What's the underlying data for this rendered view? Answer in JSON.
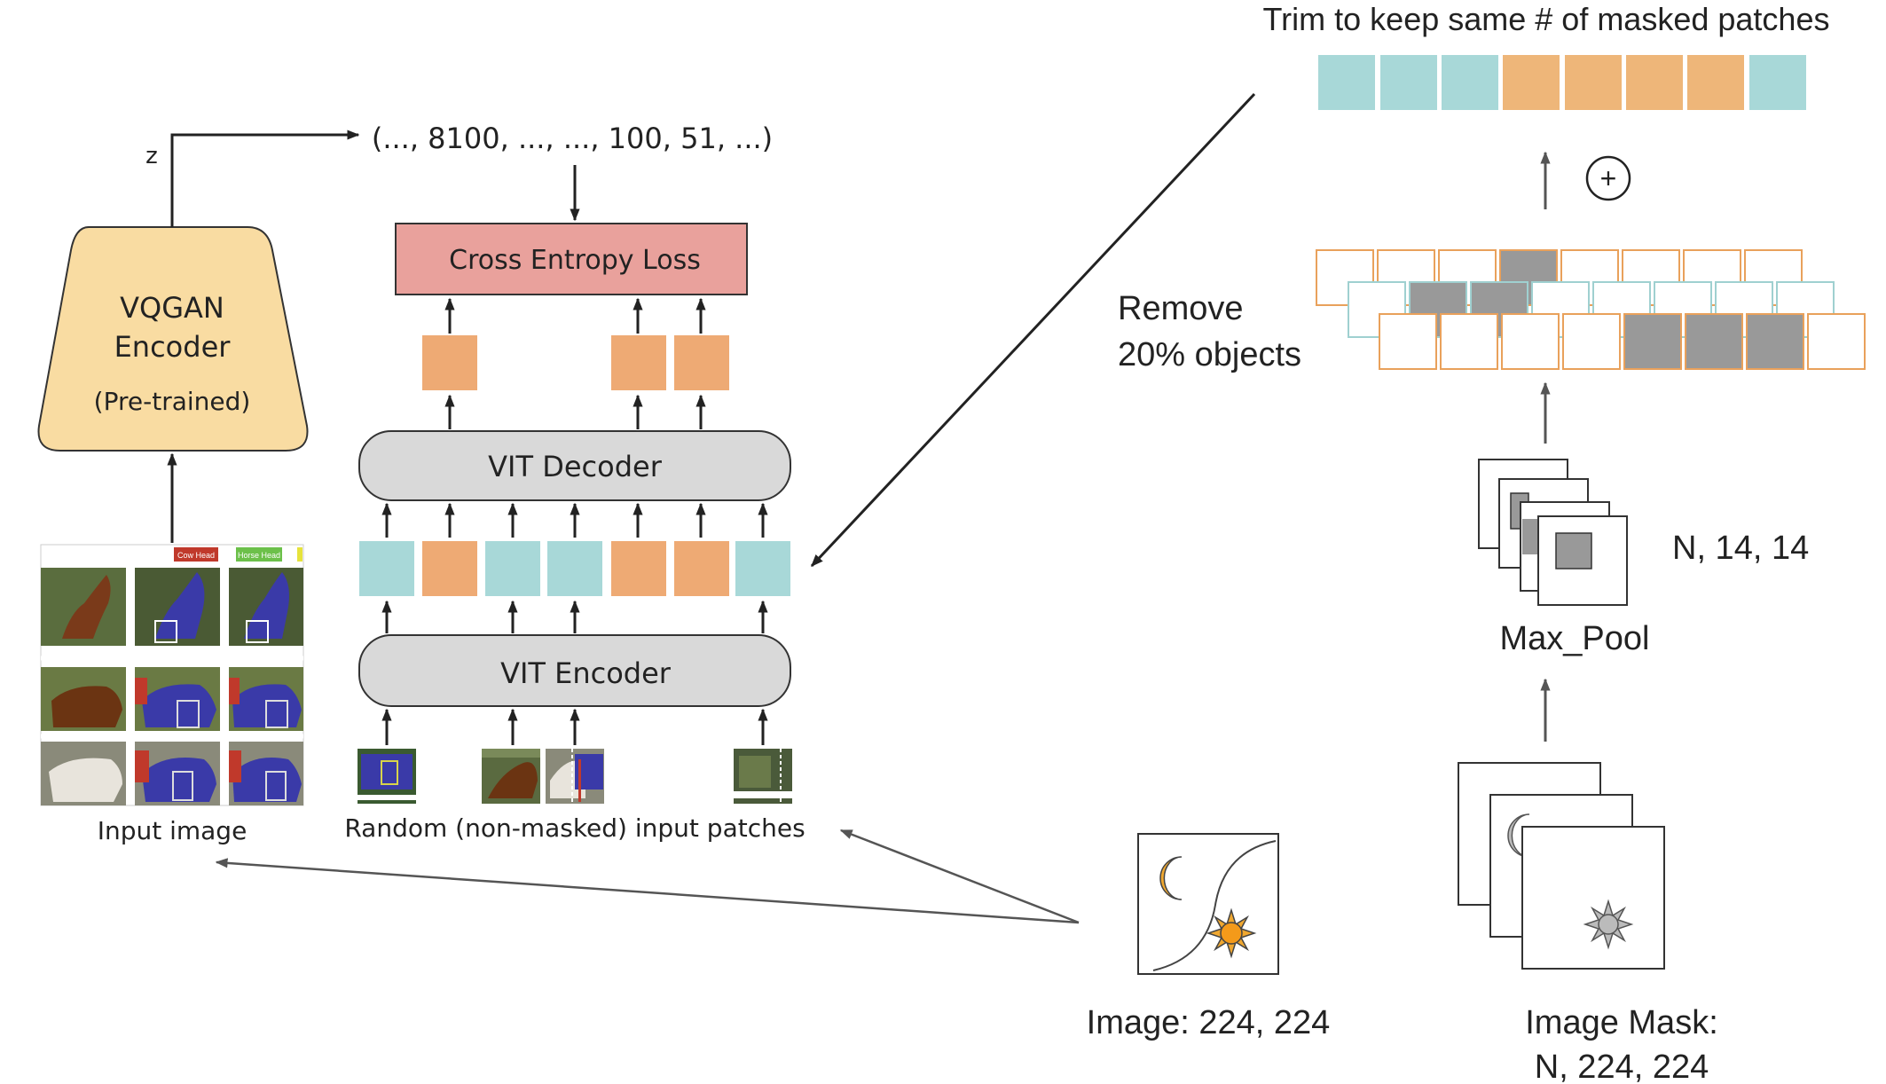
{
  "labels": {
    "z": "z",
    "sequence": "(..., 8100, ..., ..., 100, 51, ...)",
    "vqgan_line1": "VQGAN",
    "vqgan_line2": "Encoder",
    "vqgan_line3": "(Pre-trained)",
    "cross_entropy": "Cross Entropy Loss",
    "vit_decoder": "VIT Decoder",
    "vit_encoder": "VIT Encoder",
    "input_image": "Input image",
    "random_patches": "Random (non-masked) input patches",
    "trim": "Trim to keep same # of masked patches",
    "remove_line1": "Remove",
    "remove_line2": "20% objects",
    "plus": "+",
    "n14": "N, 14, 14",
    "max_pool": "Max_Pool",
    "image_size": "Image: 224, 224",
    "mask_line1": "Image Mask:",
    "mask_line2": "N, 224, 224",
    "cow_head": "Cow Head",
    "horse_head": "Horse Head"
  },
  "colors": {
    "vqgan_fill": "#f9dca2",
    "loss_fill": "#e9a19c",
    "vit_fill": "#d9d9d9",
    "patch_teal": "#a8d8d8",
    "patch_orange": "#eeaa74",
    "trim_orange": "#eeb679",
    "grid_gray": "#999999",
    "grid_orange_border": "#e9a15b",
    "grid_teal_border": "#9fd0d0",
    "arrow": "#222222"
  },
  "icons": {
    "moon": "crescent-moon-icon",
    "sun": "sun-icon"
  }
}
